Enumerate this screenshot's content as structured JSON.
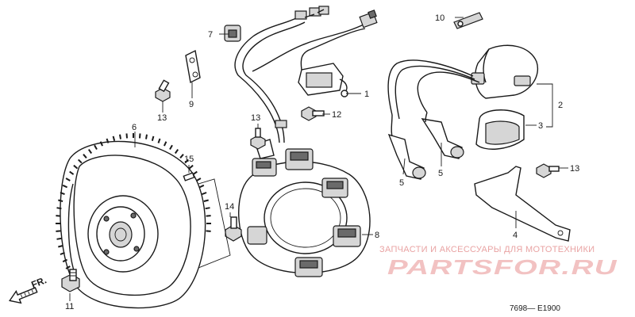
{
  "callouts": [
    {
      "id": "1",
      "label": "1"
    },
    {
      "id": "2",
      "label": "2"
    },
    {
      "id": "3",
      "label": "3"
    },
    {
      "id": "4",
      "label": "4"
    },
    {
      "id": "5a",
      "label": "5"
    },
    {
      "id": "5b",
      "label": "5"
    },
    {
      "id": "6",
      "label": "6"
    },
    {
      "id": "7",
      "label": "7"
    },
    {
      "id": "8",
      "label": "8"
    },
    {
      "id": "9",
      "label": "9"
    },
    {
      "id": "10",
      "label": "10"
    },
    {
      "id": "11",
      "label": "11"
    },
    {
      "id": "12",
      "label": "12"
    },
    {
      "id": "13a",
      "label": "13"
    },
    {
      "id": "13b",
      "label": "13"
    },
    {
      "id": "13c",
      "label": "13"
    },
    {
      "id": "14",
      "label": "14"
    },
    {
      "id": "15",
      "label": "15"
    }
  ],
  "direction_label": "FR.",
  "diagram_code": "7698— E1900",
  "watermark": {
    "tagline": "ЗАПЧАСТИ И АКСЕССУАРЫ ДЛЯ МОТОТЕХНИКИ",
    "brand": "PARTSFOR.RU"
  },
  "colors": {
    "line": "#1a1a1a",
    "shade": "#d6d6d6",
    "watermark": "#f2c2c2"
  }
}
